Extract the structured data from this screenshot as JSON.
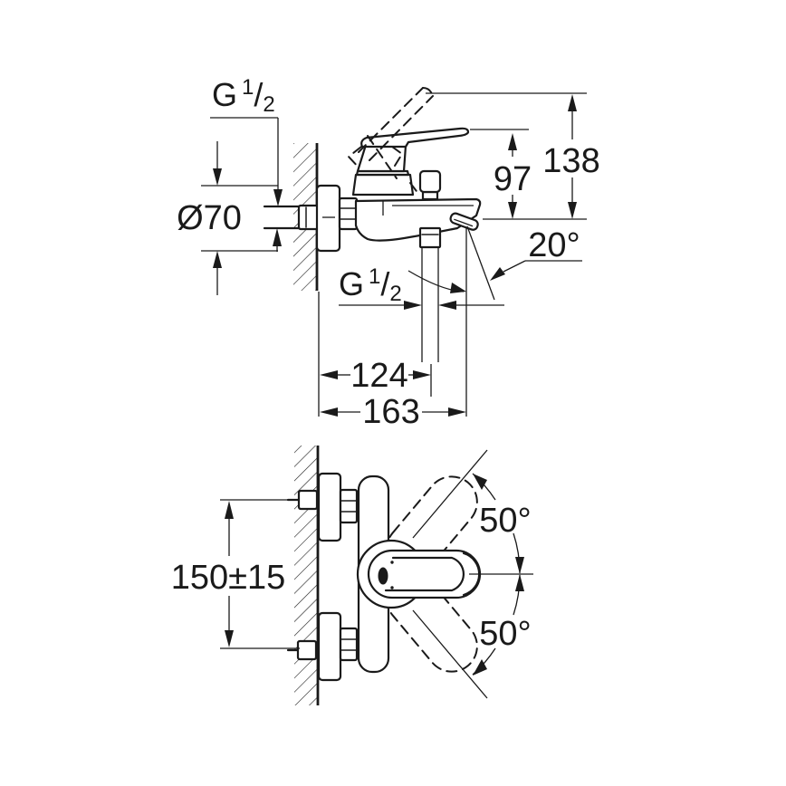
{
  "colors": {
    "ink": "#1a1a1a",
    "paper": "#ffffff"
  },
  "side_view": {
    "g_top": {
      "g": "G",
      "sup": "1",
      "slash": "/",
      "sub": "2"
    },
    "diameter": "Ø70",
    "lever_height": "97",
    "total_height": "138",
    "spout_angle": "20°",
    "g_bottom": {
      "g": "G",
      "sup": "1",
      "slash": "/",
      "sub": "2"
    },
    "hose_depth": "124",
    "total_depth": "163"
  },
  "plan_view": {
    "mount_distance": "150±15",
    "swing_upper": "50°",
    "swing_lower": "50°"
  }
}
